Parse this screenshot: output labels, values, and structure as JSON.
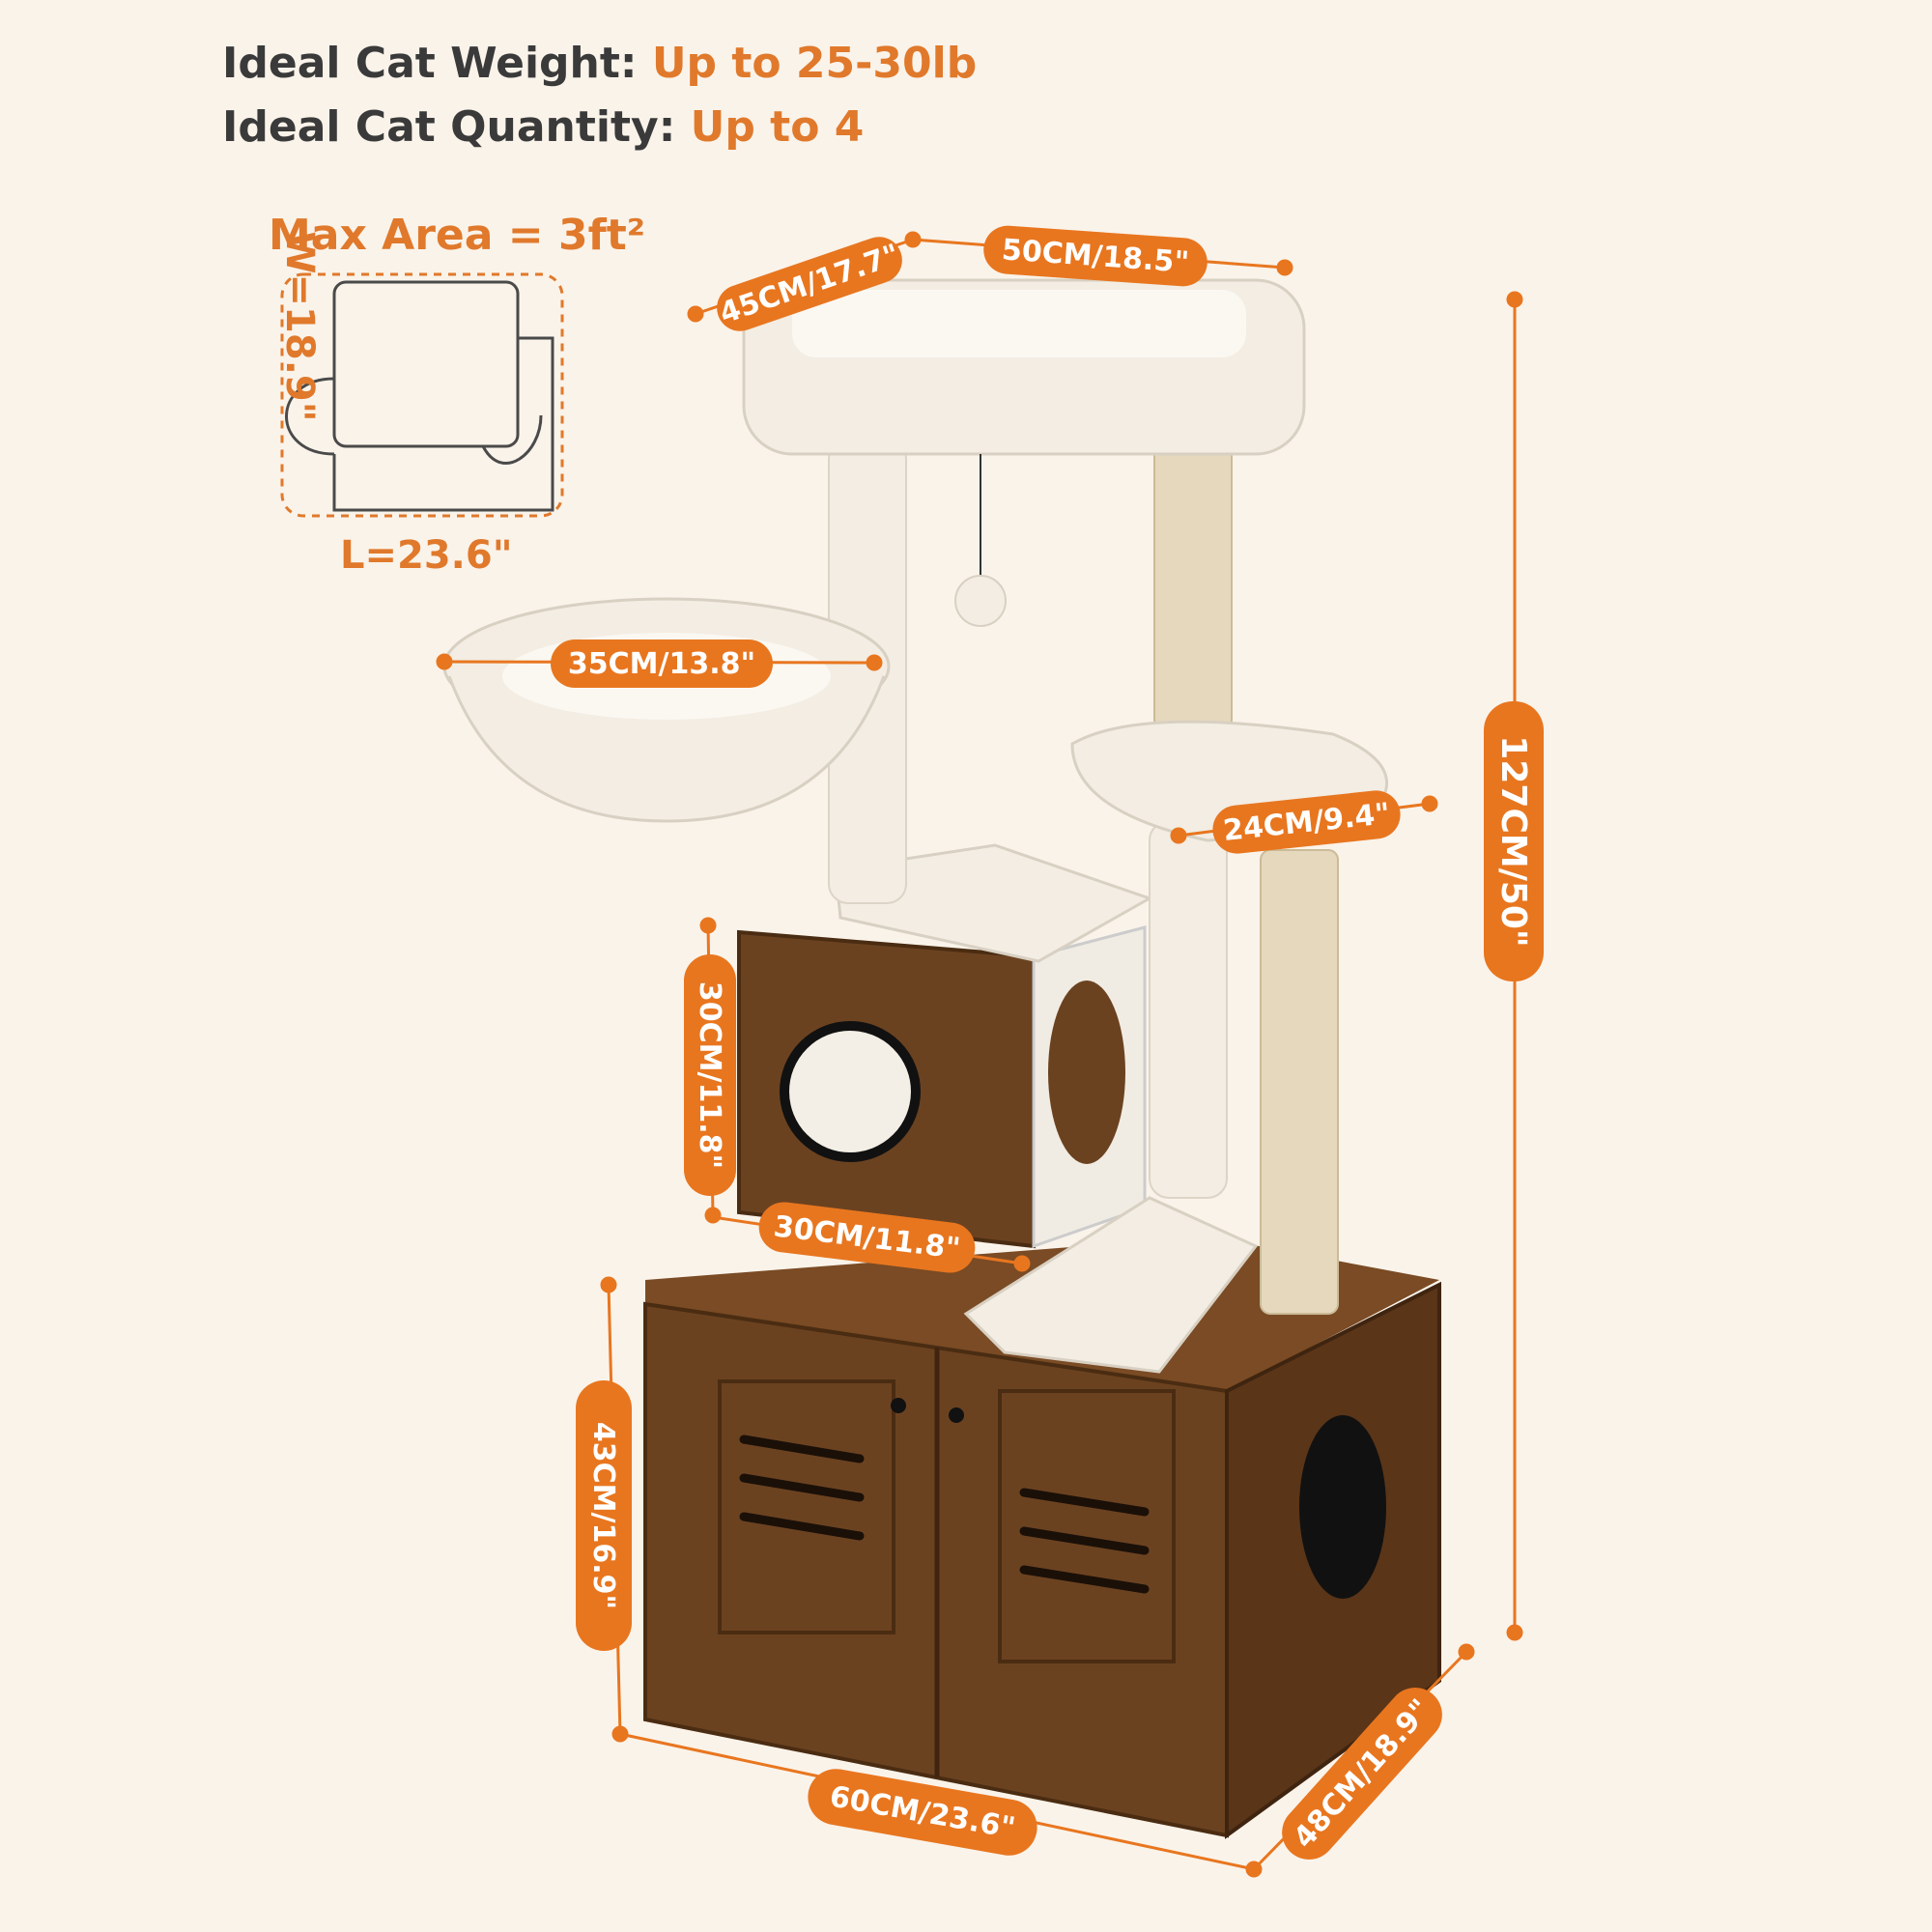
{
  "header": {
    "weight_label": "Ideal Cat Weight:",
    "weight_value": "Up to 25-30lb",
    "quantity_label": "Ideal Cat Quantity:",
    "quantity_value": "Up to 4"
  },
  "footprint": {
    "title": "Max Area = 3ft²",
    "width_label": "W=18.9\"",
    "length_label": "L=23.6\""
  },
  "dimensions": {
    "top_depth": "45CM/17.7\"",
    "top_width": "50CM/18.5\"",
    "basket": "35CM/13.8\"",
    "platform": "24CM/9.4\"",
    "total_height": "127CM/50\"",
    "condo_height": "30CM/11.8\"",
    "condo_width": "30CM/11.8\"",
    "cabinet_height": "43CM/16.9\"",
    "cabinet_width": "60CM/23.6\"",
    "cabinet_depth": "48CM/18.9\""
  },
  "colors": {
    "accent": "#e8761f",
    "text": "#3a3a3a",
    "background": "#faf3ea",
    "wood": "#6b4220",
    "plush": "#f3ede3",
    "sisal": "#e6d8bd"
  }
}
